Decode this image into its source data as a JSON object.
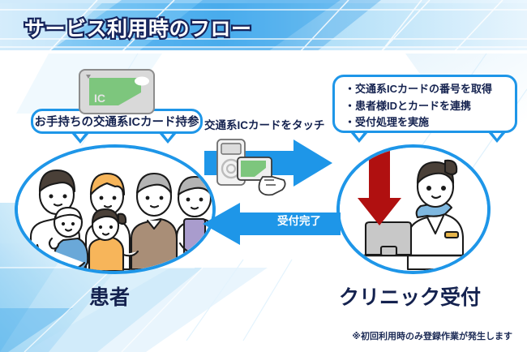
{
  "page": {
    "title": "サービス利用時のフロー",
    "footnote": "※初回利用時のみ登録作業が発生します"
  },
  "colors": {
    "accent_blue": "#1e96e8",
    "title_outline": "#17255c",
    "text_navy": "#14224f",
    "red_arrow": "#b01010",
    "card_green": "#7dc67d",
    "header_blue": "#bfe2f7"
  },
  "patient_side": {
    "card_callout": "お手持ちの交通系ICカード持参",
    "card_face_label": "IC",
    "actor_label": "患者",
    "illustration": "family-group-illustration"
  },
  "middle": {
    "touch_label": "交通系ICカードをタッチ",
    "reader_icon": "ic-card-reader-icon",
    "hand_icon": "hand-holding-card-icon",
    "forward_arrow": "arrow-right-icon",
    "back_arrow": "arrow-left-icon",
    "complete_label": "受付完了"
  },
  "clinic_side": {
    "steps": [
      "・交通系ICカードの番号を取得",
      "・患者様IDとカードを連携",
      "・受付処理を実施"
    ],
    "actor_label": "クリニック受付",
    "down_arrow": "arrow-down-icon",
    "illustration": "receptionist-at-desk-illustration"
  }
}
